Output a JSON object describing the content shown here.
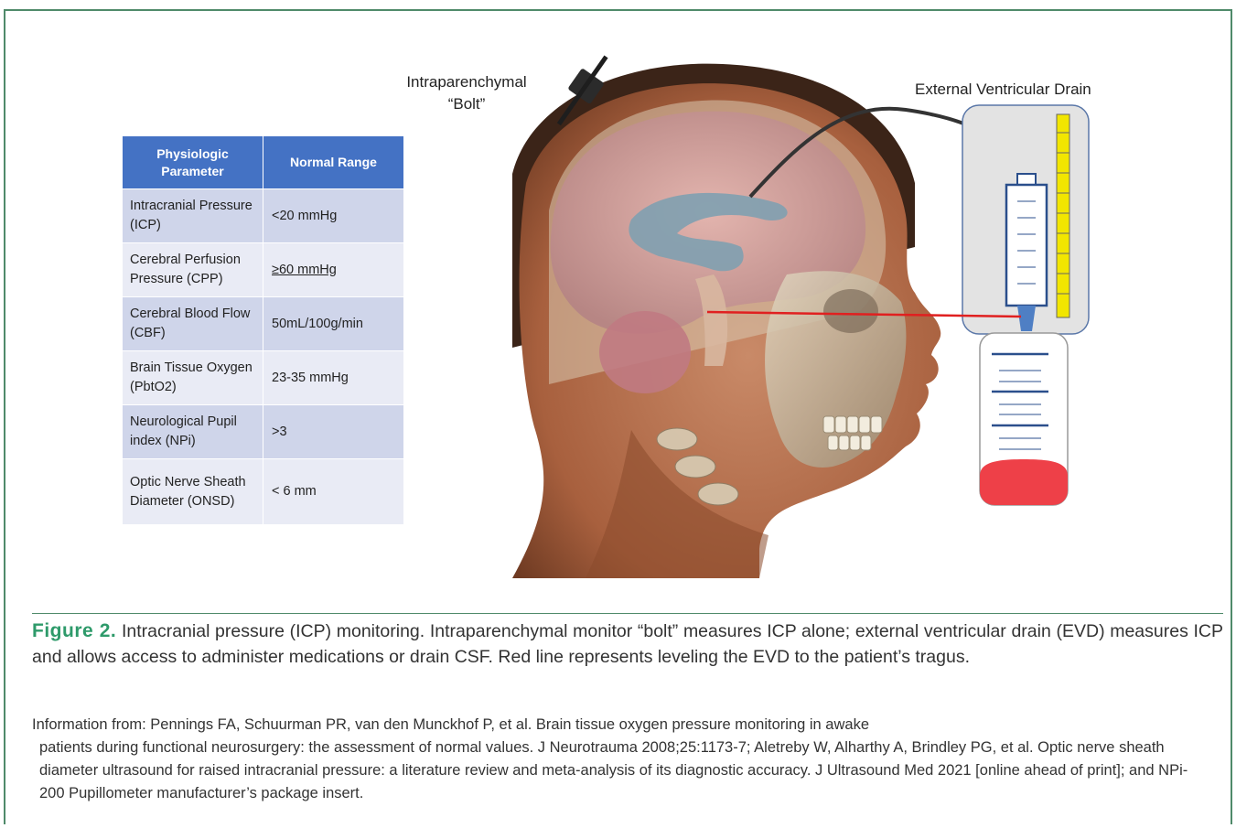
{
  "table": {
    "headers": [
      "Physiologic Parameter",
      "Normal Range"
    ],
    "rows": [
      {
        "parameter": "Intracranial Pressure (ICP)",
        "range": "<20 mmHg"
      },
      {
        "parameter": "Cerebral Perfusion Pressure (CPP)",
        "range": "≥60 mmHg"
      },
      {
        "parameter": "Cerebral Blood Flow (CBF)",
        "range": "50mL/100g/min"
      },
      {
        "parameter": "Brain Tissue Oxygen (PbtO2)",
        "range": "23-35 mmHg"
      },
      {
        "parameter": "Neurological Pupil index (NPi)",
        "range": ">3"
      },
      {
        "parameter": "Optic Nerve Sheath Diameter (ONSD)",
        "range": "< 6 mm"
      }
    ]
  },
  "labels": {
    "bolt_line1": "Intraparenchymal",
    "bolt_line2": "“Bolt”",
    "evd": "External Ventricular Drain"
  },
  "caption": {
    "label": "Figure 2.",
    "text": "Intracranial pressure (ICP) monitoring. Intraparenchymal monitor “bolt” measures ICP alone; external ventricular drain (EVD) measures ICP and allows access to administer medications or drain CSF. Red line represents leveling the EVD to the patient’s tragus."
  },
  "source": {
    "line1": "Information from: Pennings FA, Schuurman PR, van den Munckhof P, et al. Brain tissue oxygen pressure monitoring in awake",
    "rest": "patients during functional neurosurgery: the assessment of normal values. J Neurotrauma 2008;25:1173-7; Aletreby W, Alharthy A, Brindley PG, et al. Optic nerve sheath diameter ultrasound for raised intracranial pressure: a literature review and meta-analysis of its diagnostic accuracy. J Ultrasound Med 2021 [online ahead of print]; and NPi-200 Pupillometer manufacturer’s package insert."
  },
  "colors": {
    "frame": "#4f8a6a",
    "figure_label": "#2e9a6a",
    "table_header": "#4472c4",
    "row_dark": "#cfd5ea",
    "row_light": "#e9ebf5",
    "level_line": "#e02020",
    "ruler": "#f2e600",
    "drain_fluid": "#ee4048"
  }
}
